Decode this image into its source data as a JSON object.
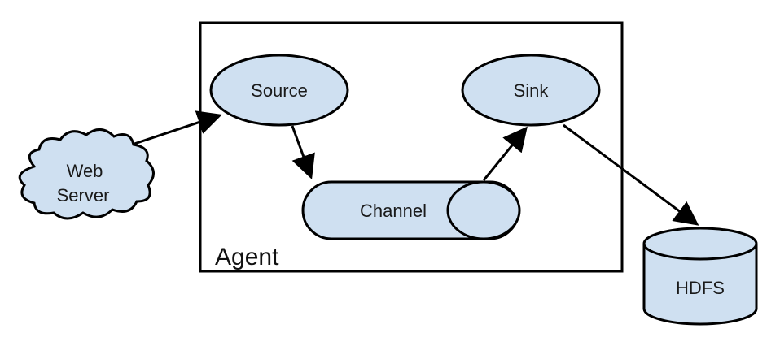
{
  "diagram": {
    "nodes": {
      "source": {
        "label": "Source"
      },
      "sink": {
        "label": "Sink"
      },
      "channel": {
        "label": "Channel"
      },
      "web_server": {
        "label_line1": "Web",
        "label_line2": "Server"
      },
      "hdfs": {
        "label": "HDFS"
      }
    },
    "container": {
      "label": "Agent"
    },
    "edges": [
      {
        "from": "web_server",
        "to": "source"
      },
      {
        "from": "source",
        "to": "channel"
      },
      {
        "from": "channel",
        "to": "sink"
      },
      {
        "from": "sink",
        "to": "hdfs"
      }
    ]
  },
  "colors": {
    "node_fill": "#cfe0f1",
    "stroke": "#000000",
    "background": "#ffffff"
  }
}
